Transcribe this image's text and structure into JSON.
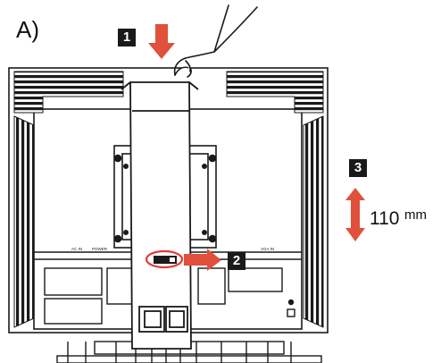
{
  "figure": {
    "panel_label": "A)",
    "steps": {
      "step1": "1",
      "step2": "2",
      "step3": "3"
    },
    "measurement": {
      "value": "110",
      "unit": "mm"
    },
    "port_labels": [
      "AC IN",
      "POWER",
      "VGA IN"
    ],
    "colors": {
      "arrow": "#e0503a",
      "highlight": "#e53935",
      "line": "#1a1a1a",
      "step_box": "#1a1a1a"
    },
    "icons": [
      "press-down-arrow",
      "hand",
      "slide-right-arrow",
      "height-range-arrow"
    ]
  }
}
